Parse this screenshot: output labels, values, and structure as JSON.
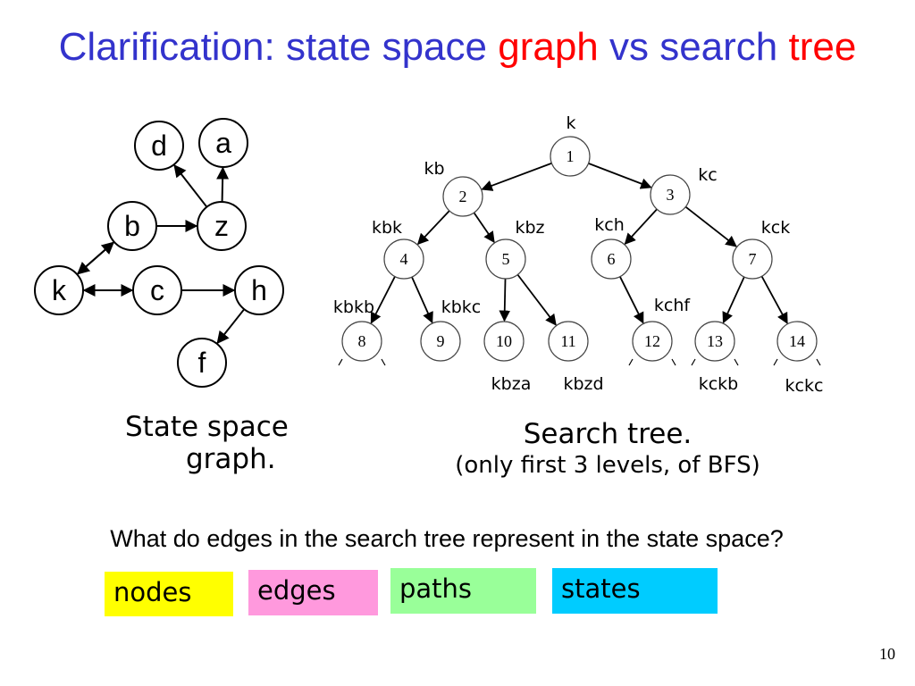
{
  "slide": {
    "title_parts": [
      "Clarification: state space ",
      "graph",
      " vs search ",
      "tree"
    ],
    "graph_caption_line1": "State space",
    "graph_caption_line2": "graph.",
    "tree_caption_line1": "Search tree.",
    "tree_caption_line2": "(only first 3 levels, of BFS)",
    "question": "What do edges in the search tree represent in the state space?",
    "options": [
      {
        "label": "nodes",
        "color": "#ffff00"
      },
      {
        "label": "edges",
        "color": "#ff99dd"
      },
      {
        "label": "paths",
        "color": "#99ff99"
      },
      {
        "label": "states",
        "color": "#00ccff"
      }
    ],
    "page_number": "10",
    "colors": {
      "title": "#3333cc",
      "highlight": "#ff0000"
    }
  },
  "state_graph": {
    "nodes": [
      "d",
      "a",
      "b",
      "z",
      "k",
      "c",
      "h",
      "f"
    ],
    "edges": [
      [
        "z",
        "d"
      ],
      [
        "z",
        "a"
      ],
      [
        "b",
        "z"
      ],
      [
        "b",
        "k"
      ],
      [
        "k",
        "b"
      ],
      [
        "k",
        "c"
      ],
      [
        "c",
        "k"
      ],
      [
        "c",
        "h"
      ],
      [
        "h",
        "f"
      ]
    ]
  },
  "search_tree": {
    "nodes": [
      {
        "id": "1",
        "label": "k"
      },
      {
        "id": "2",
        "label": "kb"
      },
      {
        "id": "3",
        "label": "kc"
      },
      {
        "id": "4",
        "label": "kbk"
      },
      {
        "id": "5",
        "label": "kbz"
      },
      {
        "id": "6",
        "label": "kch"
      },
      {
        "id": "7",
        "label": "kck"
      },
      {
        "id": "8",
        "label": "kbkb"
      },
      {
        "id": "9",
        "label": "kbkc"
      },
      {
        "id": "10",
        "label": "kbza"
      },
      {
        "id": "11",
        "label": "kbzd"
      },
      {
        "id": "12",
        "label": "kchf"
      },
      {
        "id": "13",
        "label": "kckb"
      },
      {
        "id": "14",
        "label": "kckc"
      }
    ],
    "edges": [
      [
        "1",
        "2"
      ],
      [
        "1",
        "3"
      ],
      [
        "2",
        "4"
      ],
      [
        "2",
        "5"
      ],
      [
        "3",
        "6"
      ],
      [
        "3",
        "7"
      ],
      [
        "4",
        "8"
      ],
      [
        "4",
        "9"
      ],
      [
        "5",
        "10"
      ],
      [
        "5",
        "11"
      ],
      [
        "6",
        "12"
      ],
      [
        "7",
        "13"
      ],
      [
        "7",
        "14"
      ]
    ]
  }
}
